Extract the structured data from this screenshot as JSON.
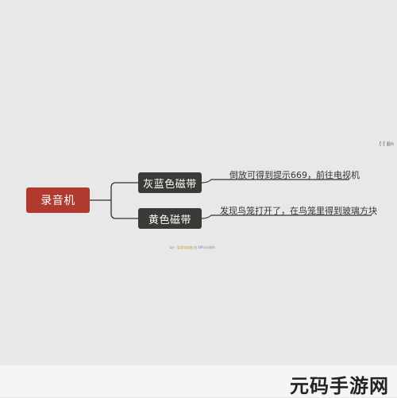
{
  "mindmap": {
    "root": "录音机",
    "branches": [
      {
        "label": "灰蓝色磁带",
        "detail": "倒放可得到提示669，前往电视机"
      },
      {
        "label": "黄色磁带",
        "detail": "发现鸟笼打开了，在鸟笼里得到玻璃方块"
      }
    ]
  },
  "side_label": {
    "icon": "[·]",
    "text": "图片"
  },
  "credit": {
    "prefix": "by ·",
    "highlight": "爱游戏攻略",
    "suffix": "由 XMind 制作"
  },
  "watermark": "元码手游网",
  "colors": {
    "root": "#b03a2e",
    "branch": "#3a3a36",
    "line": "#333333"
  }
}
